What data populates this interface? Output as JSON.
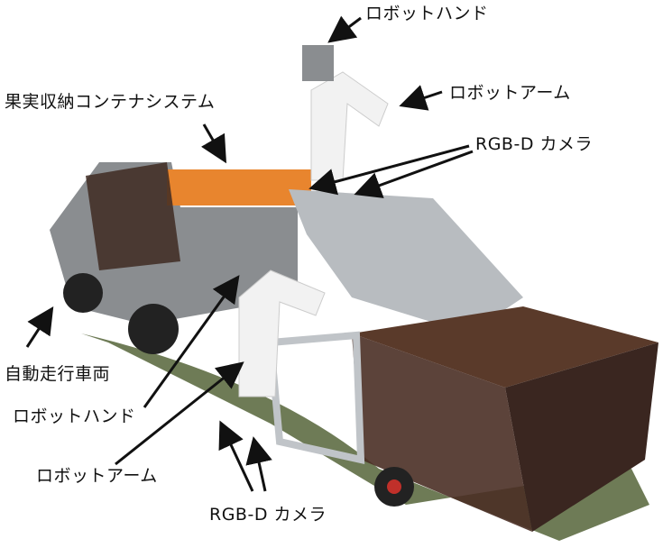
{
  "labels": {
    "robot_hand_top": "ロボットハンド",
    "robot_arm_top": "ロボットアーム",
    "container_system": "果実収納コンテナシステム",
    "rgbd_camera_top": "RGB-D カメラ",
    "autonomous_vehicle": "自動走行車両",
    "robot_hand_bottom": "ロボットハンド",
    "robot_arm_bottom": "ロボットアーム",
    "rgbd_camera_bottom": "RGB-D カメラ"
  },
  "colors": {
    "text": "#111111",
    "arrow": "#111111",
    "container_orange": "#e8852e",
    "panel_brown": "#5a3a2a",
    "frame_silver": "#b8bcc0",
    "robot_white": "#f2f2f2",
    "grass": "#4a5a2c"
  }
}
